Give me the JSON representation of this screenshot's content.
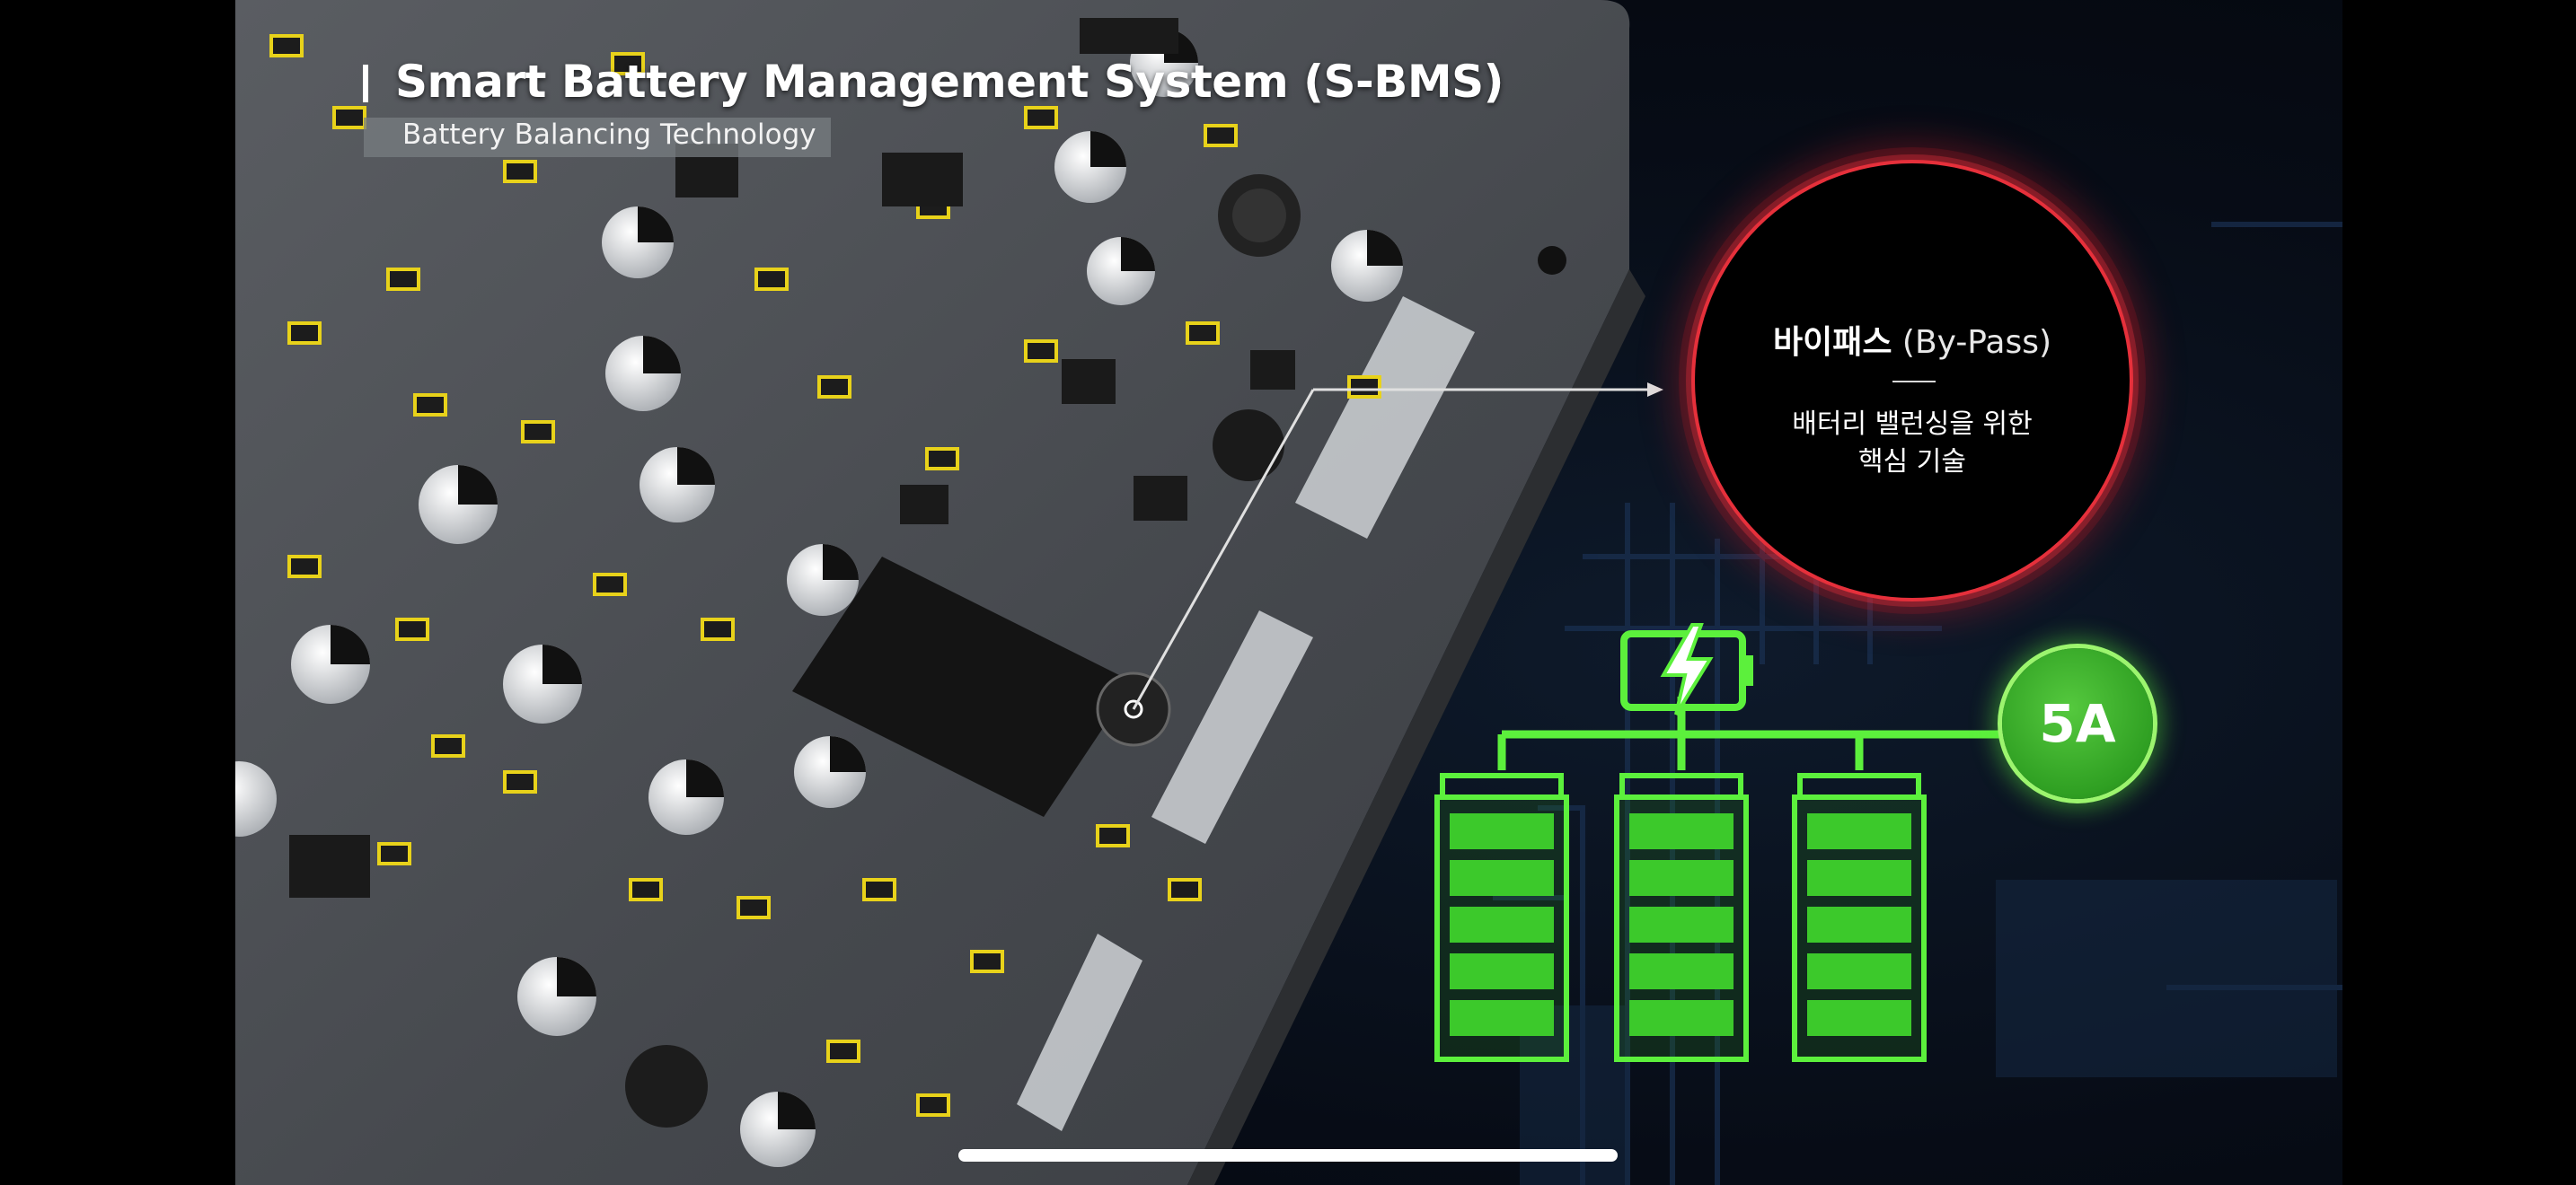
{
  "slide": {
    "title": "Smart Battery Management System (S-BMS)",
    "subtitle": "Battery Balancing Technology"
  },
  "callout": {
    "title_strong": "바이패스",
    "title_light": "(By-Pass)",
    "description_line1": "배터리 밸런싱을 위한",
    "description_line2": "핵심 기술"
  },
  "diagram": {
    "current_label": "5A",
    "battery_count": 3,
    "battery_icon": "battery-charging-icon"
  },
  "colors": {
    "accent_red": "#e6303b",
    "accent_green": "#5cf03c",
    "pcb_gray": "#4a4d52",
    "component_yellow": "#e8d21a"
  }
}
